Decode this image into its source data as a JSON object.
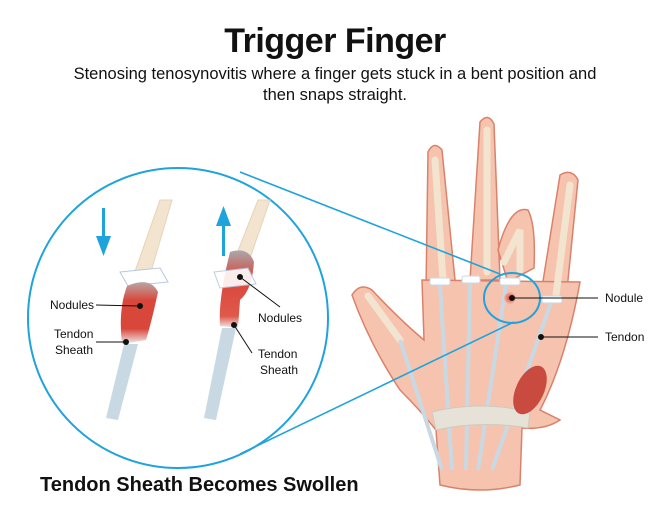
{
  "header": {
    "title": "Trigger Finger",
    "subtitle": "Stenosing tenosynovitis where a finger gets stuck in a bent position and then snaps straight."
  },
  "zoom_panel": {
    "labels": {
      "left_nodules": "Nodules",
      "left_sheath_line1": "Tendon",
      "left_sheath_line2": "Sheath",
      "right_nodules": "Nodules",
      "right_sheath_line1": "Tendon",
      "right_sheath_line2": "Sheath"
    },
    "arrows": [
      "arrow-down-icon",
      "arrow-up-icon"
    ]
  },
  "hand": {
    "labels": {
      "nodule": "Nodule",
      "tendon": "Tendon"
    }
  },
  "caption": "Tendon Sheath Becomes Swollen",
  "colors": {
    "accent_blue": "#1fa3dc",
    "skin": "#f6c3ae",
    "skin_outline": "#d9826b",
    "tendon": "#c9d9e4",
    "nodule_red": "#d9463a",
    "bone": "#f3e4cf"
  }
}
